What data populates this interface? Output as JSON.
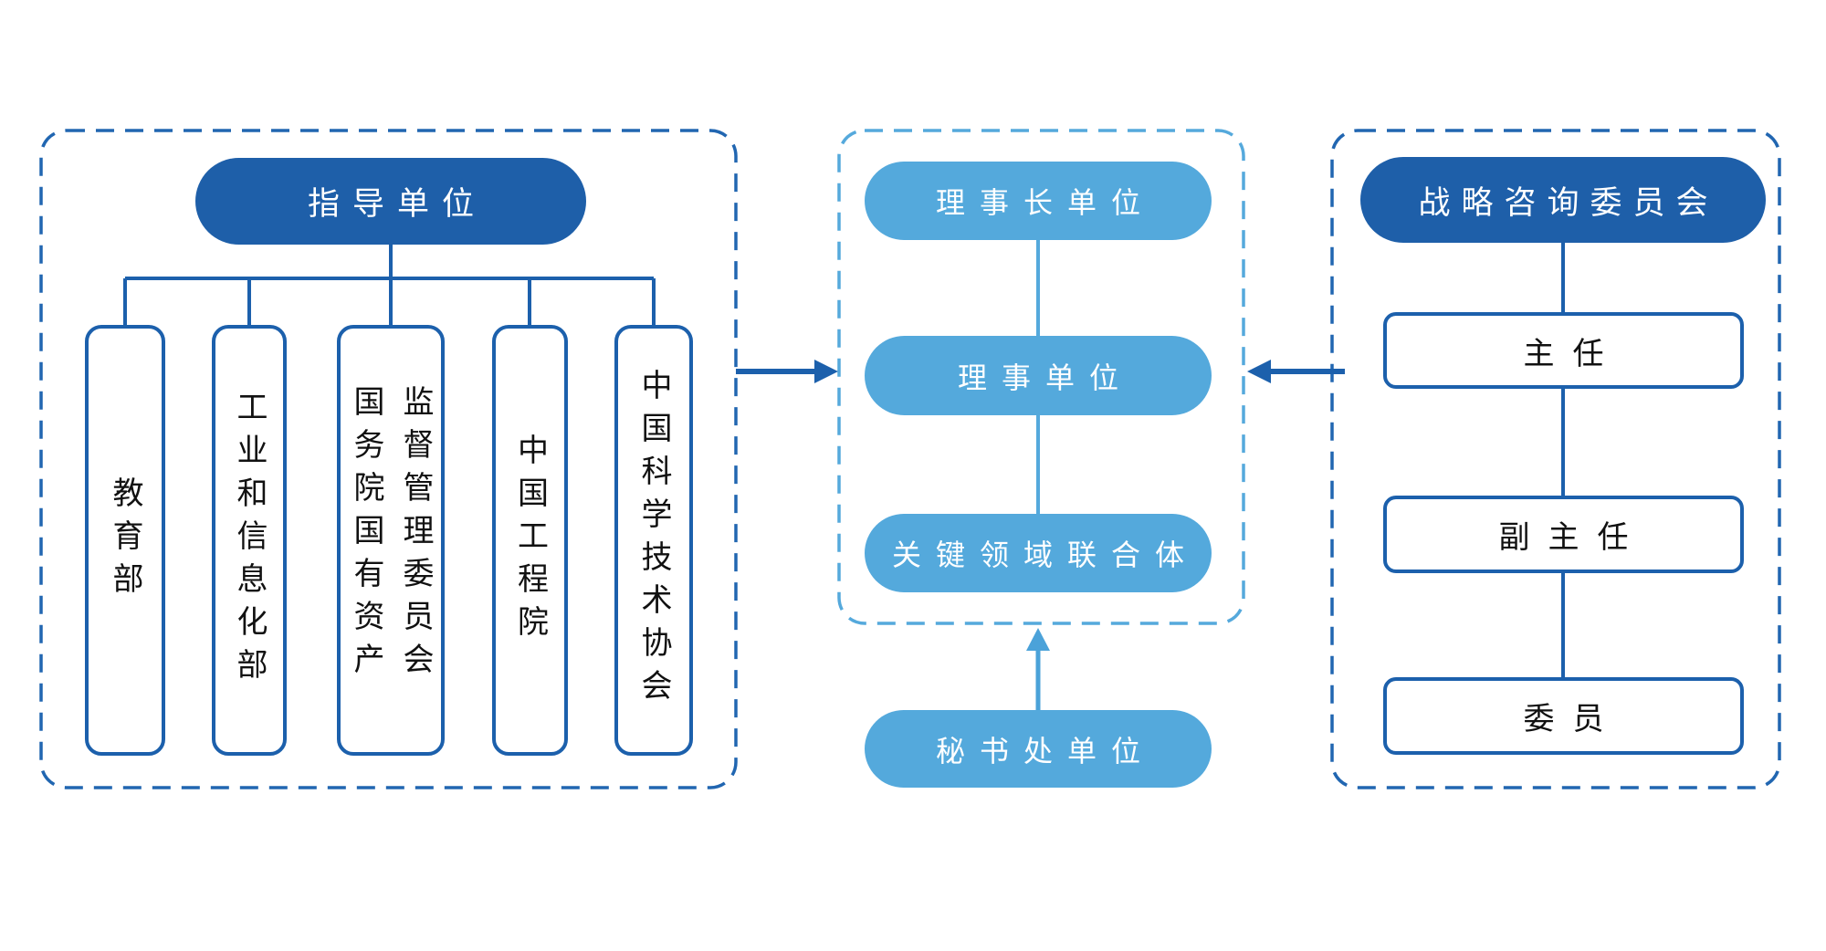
{
  "colors": {
    "dark_blue": "#1E5FA9",
    "light_blue": "#54A9DC",
    "line_dark": "#1C60AC",
    "dash_dark": "#2166B1",
    "dash_light": "#55A9DC",
    "arrow_light": "#4BA2D9",
    "text_dark": "#111111"
  },
  "left_panel": {
    "header": "指导单位",
    "units": [
      "教育部",
      "工业和信息化部",
      "国务院国有资产监督管理委员会",
      "中国工程院",
      "中国科学技术协会"
    ]
  },
  "center_panel": {
    "pills": [
      "理事长单位",
      "理事单位",
      "关键领域联合体"
    ],
    "secretariat": "秘书处单位"
  },
  "right_panel": {
    "header": "战略咨询委员会",
    "roles": [
      "主任",
      "副主任",
      "委员"
    ]
  }
}
